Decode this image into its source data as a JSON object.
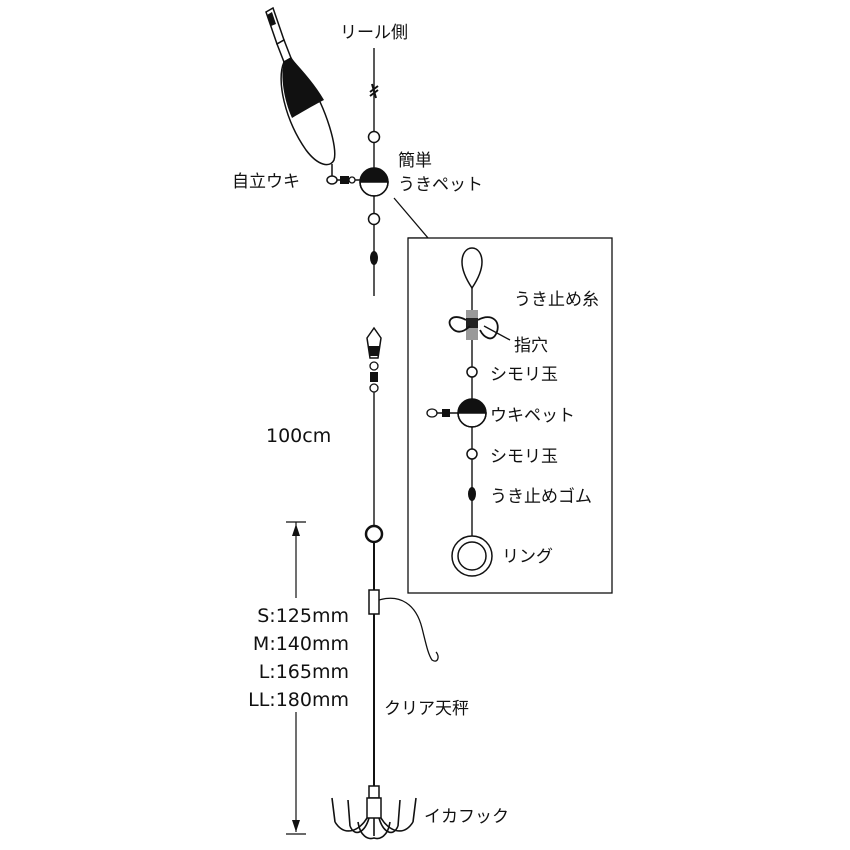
{
  "labels": {
    "reel_side": "リール側",
    "self_standing_float": "自立ウキ",
    "simple_float_pet_line1": "簡単",
    "simple_float_pet_line2": "うきペット",
    "leader_length": "100cm",
    "clear_tenbin": "クリア天秤",
    "squid_hook": "イカフック"
  },
  "sizes": [
    "S:125mm",
    "M:140mm",
    "L:165mm",
    "LL:180mm"
  ],
  "inset": {
    "float_stop_thread": "うき止め糸",
    "finger_hole": "指穴",
    "bead_top": "シモリ玉",
    "float_pet": "ウキペット",
    "bead_bottom": "シモリ玉",
    "float_stop_rubber": "うき止めゴム",
    "ring": "リング"
  }
}
